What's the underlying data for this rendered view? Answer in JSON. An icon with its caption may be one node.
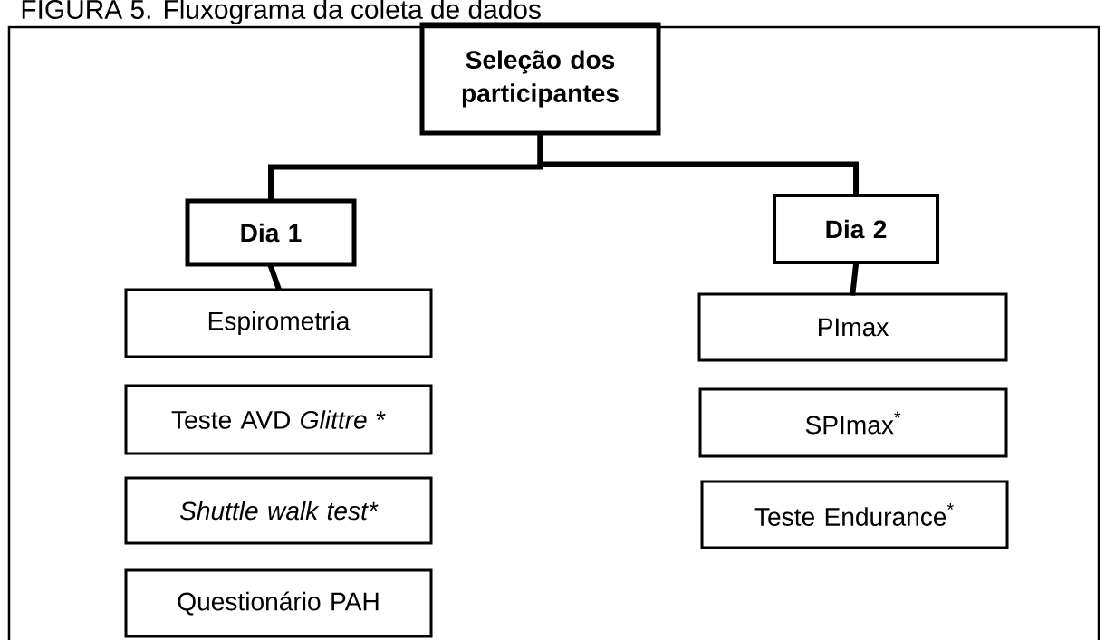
{
  "diagram": {
    "title": "FIGURA 5. Fluxograma da coleta de dados",
    "nodes": [
      {
        "text": [
          "Seleção dos participantes"
        ]
      },
      {
        "text": [
          "Dia 1"
        ]
      },
      {
        "text": [
          "Dia 2"
        ]
      },
      {
        "text": [
          "Espirometria"
        ]
      },
      {
        "text": [
          "Teste AVD *Glittre* *"
        ]
      },
      {
        "text": [
          "Shuttle walk test*"
        ]
      },
      {
        "text": [
          "Questionário PAH"
        ]
      },
      {
        "text": [
          "PImax"
        ]
      },
      {
        "text": [
          "SPImax$^{*}$"
        ]
      },
      {
        "text": [
          "Teste Endurance$^{*}$"
        ]
      }
    ],
    "edges": [
      {
        "from": 0,
        "to": 1,
        "arrow": "none"
      },
      {
        "from": 0,
        "to": 2,
        "arrow": "none"
      },
      {
        "from": 1,
        "to": 3,
        "arrow": "none"
      },
      {
        "from": 2,
        "to": 7,
        "arrow": "none"
      }
    ]
  }
}
